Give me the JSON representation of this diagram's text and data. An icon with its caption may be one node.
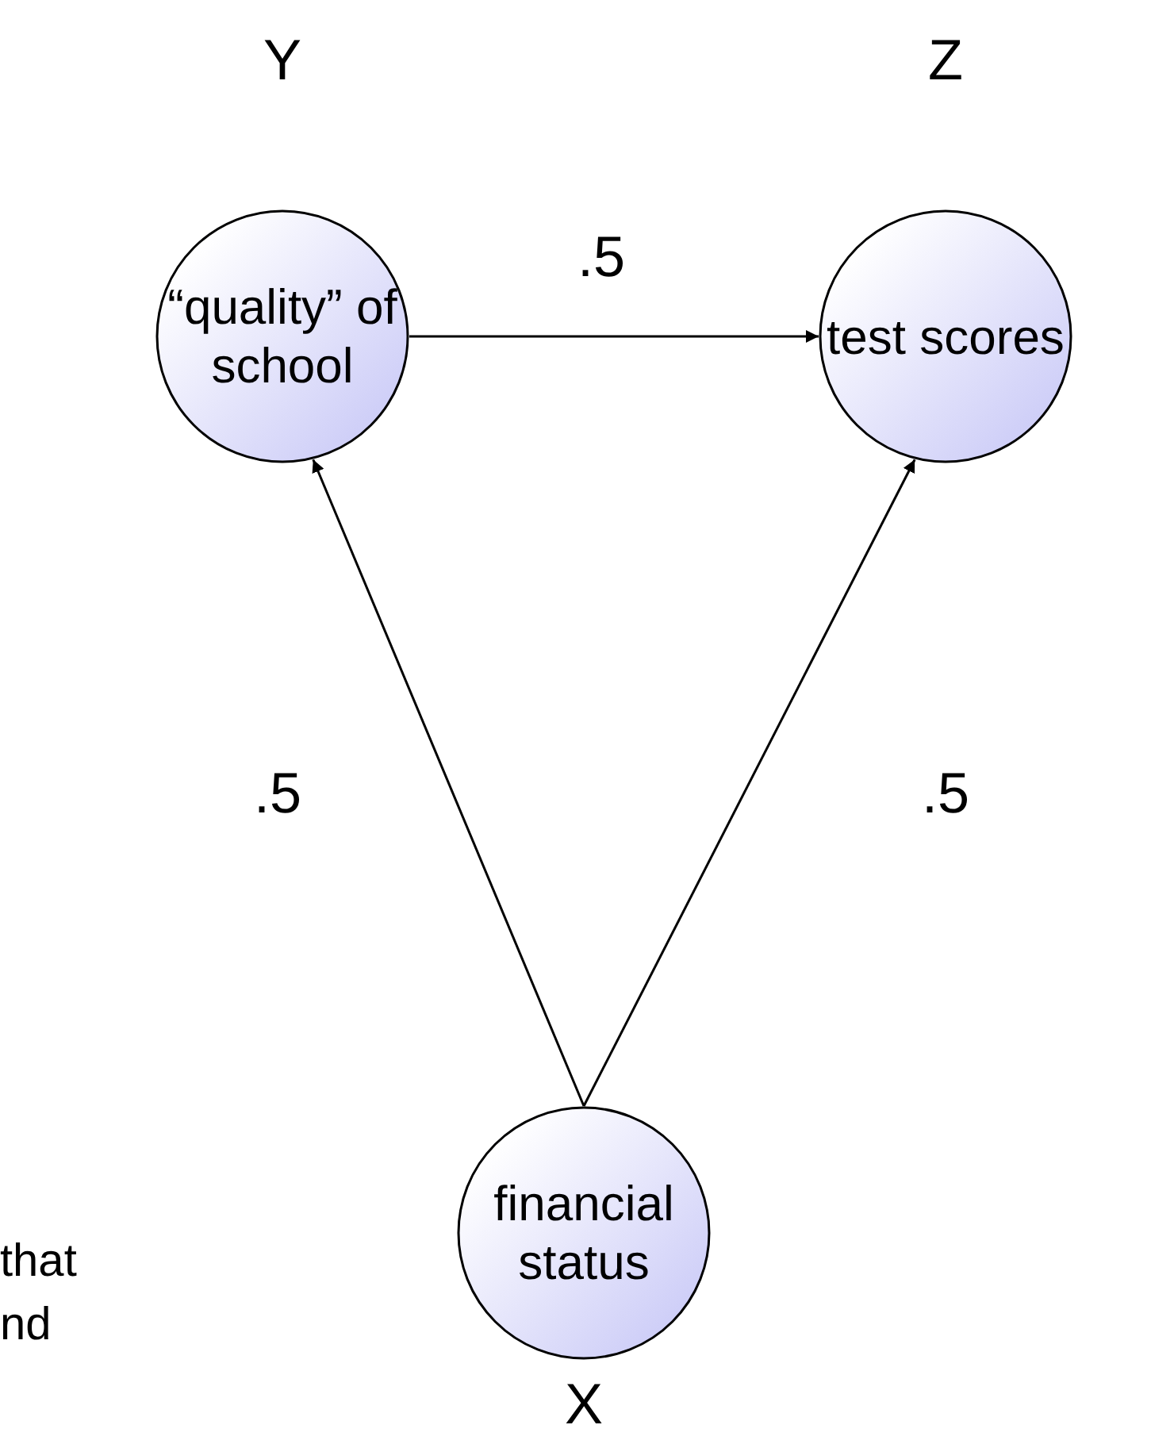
{
  "diagram": {
    "nodes": [
      {
        "text": [
          "“quality” of school"
        ],
        "beside": [
          "Y"
        ]
      },
      {
        "text": [
          "test scores"
        ],
        "beside": [
          "Z"
        ]
      },
      {
        "text": [
          "financial status"
        ],
        "beside": [
          "X"
        ]
      }
    ],
    "edges": [
      {
        "from": 0,
        "to": 1,
        "arrow": "to",
        "label": ".5"
      },
      {
        "from": 2,
        "to": 0,
        "arrow": "to",
        "label": ".5"
      },
      {
        "from": 2,
        "to": 1,
        "arrow": "to",
        "label": ".5"
      }
    ],
    "labels": [
      "that",
      "nd"
    ]
  }
}
